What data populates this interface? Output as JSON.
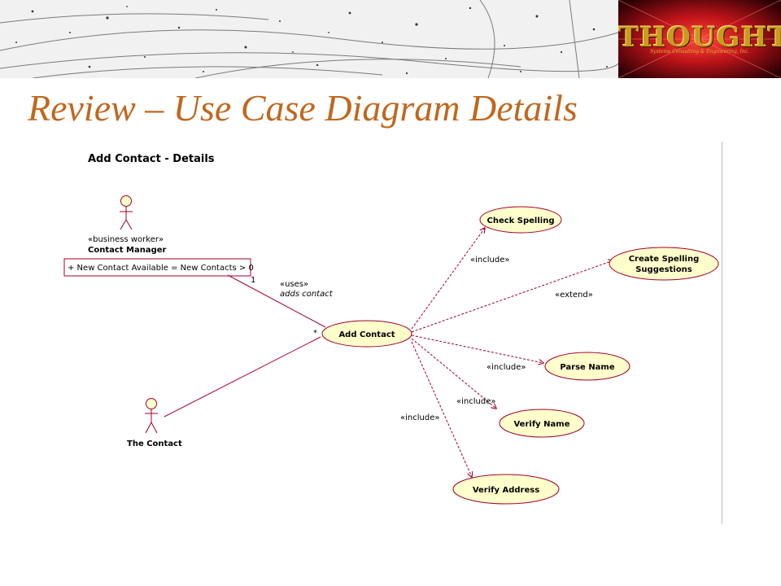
{
  "slide": {
    "title": "Review – Use Case Diagram Details"
  },
  "logo": {
    "text": "THOUGHT",
    "subtitle": "Systems Consulting & Engineering, Inc."
  },
  "diagram": {
    "heading": "Add Contact - Details",
    "actors": {
      "manager": {
        "stereotype": "«business worker»",
        "name": "Contact Manager"
      },
      "contact": {
        "name": "The Contact"
      }
    },
    "manager_attribute": "+ New Contact Available = New Contacts > 0",
    "association": {
      "stereotype": "«uses»",
      "name": "adds contact",
      "mult_manager": "1",
      "mult_usecase": "*"
    },
    "use_cases": {
      "add_contact": "Add Contact",
      "check_spelling": "Check Spelling",
      "create_spelling_line1": "Create Spelling",
      "create_spelling_line2": "Suggestions",
      "parse_name": "Parse Name",
      "verify_name": "Verify Name",
      "verify_address": "Verify Address"
    },
    "relations": {
      "include_check": "«include»",
      "extend_create": "«extend»",
      "include_parse": "«include»",
      "include_verify_name": "«include»",
      "include_verify_address": "«include»"
    },
    "colors": {
      "usecase_fill": "#ffffcc",
      "line": "#a0002a",
      "title": "#c0671e"
    }
  }
}
